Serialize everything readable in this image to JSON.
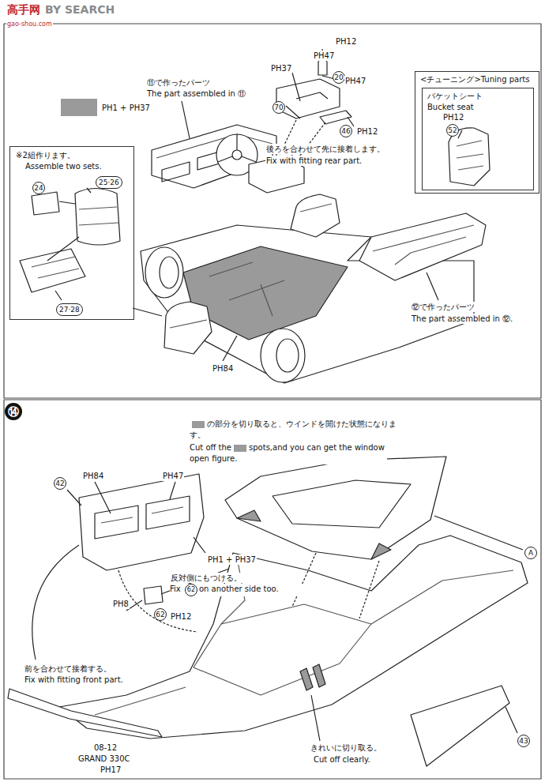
{
  "diagram": {
    "nodes": [
      {
        "text": [
          "※2組作ります。",
          "Assemble two sets.",
          "24",
          "25·26",
          "27·28"
        ]
      },
      {
        "text": [
          "<チューニング>Tuning parts"
        ]
      },
      {
        "text": [
          "バケットシート",
          "Bucket seat",
          "PH12",
          "52"
        ],
        "in": 1
      }
    ],
    "labels": [
      "高手网",
      "BY SEARCH",
      "gao-shou.com",
      "⑪で作ったパーツ",
      "The part assembled in ⑪",
      "PH12",
      "PH47",
      "20",
      "PH37",
      "PH47",
      "70",
      "46",
      "PH12",
      "後ろを合わせて先に接着します。",
      "Fix with fitting rear part.",
      "⑫で作ったパーツ",
      "The part assembled in ⑫.",
      "PH84",
      "⑭",
      "の部分を切り取ると、ウインドを開けた状態になります。",
      "Cut off the",
      "spots,and you can get the window open figure.",
      "A",
      "PH84",
      "PH47",
      "42",
      "PH1 + PH37",
      "反対側にもつける。",
      "Fix",
      "62",
      "on another side too.",
      "62",
      "PH12",
      "PH8",
      "前を合わせて接着する。",
      "Fix with fitting front part.",
      "08-12",
      "GRAND 330C",
      "PH17",
      "43",
      "きれいに切り取る。",
      "Cut off clearly."
    ],
    "legend": [
      {
        "text": "PH1 + PH37",
        "color": "#9a9a9a"
      }
    ]
  }
}
